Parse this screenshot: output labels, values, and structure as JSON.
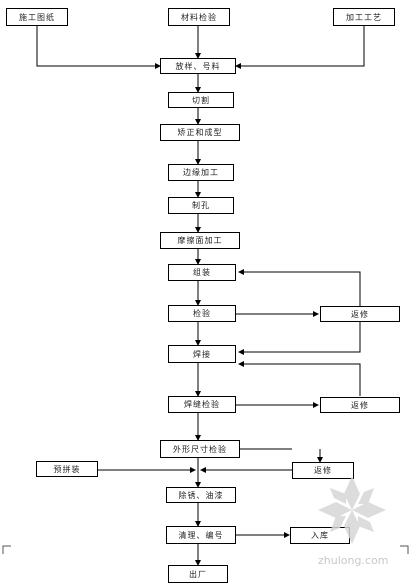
{
  "flowchart": {
    "nodes": {
      "design_drawing": "施工图纸",
      "material_inspection": "材料检验",
      "process": "加工工艺",
      "layout_marking": "放样、号料",
      "cutting": "切割",
      "straightening": "矫正和成型",
      "edge_processing": "边缘加工",
      "hole_making": "制孔",
      "friction_surface": "摩擦面加工",
      "assembly": "组装",
      "inspection_1": "检验",
      "repair_1": "返修",
      "welding": "焊接",
      "weld_inspection": "焊缝检验",
      "repair_2": "返修",
      "dimension_check": "外形尺寸检验",
      "preassembly": "预拼装",
      "repair_3": "返修",
      "rust_paint": "除锈、油漆",
      "marking_storage": "清理、编号",
      "storage": "入库",
      "shipping": "出厂"
    }
  },
  "watermark": {
    "text": "zhulong.com",
    "color": "#c8c8c8"
  }
}
